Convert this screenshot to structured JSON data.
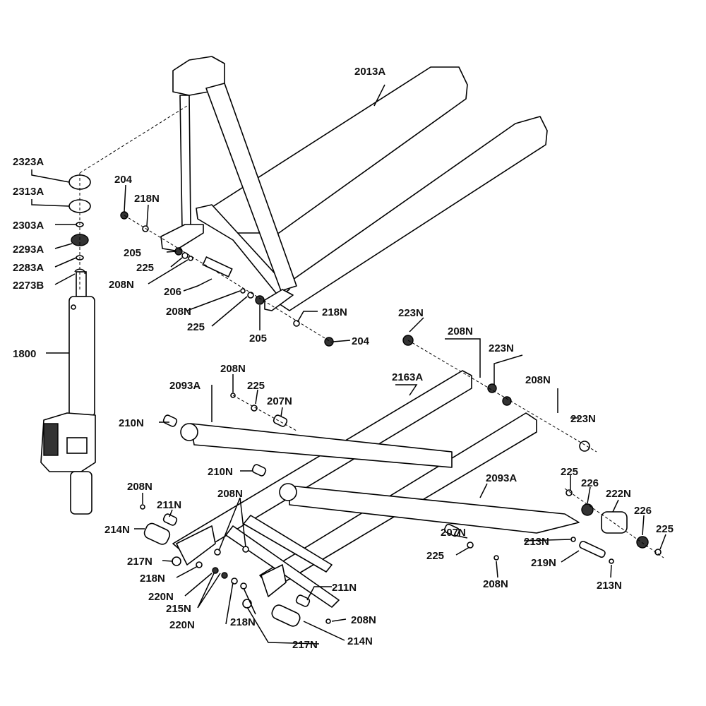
{
  "title": "Pallet truck exploded parts diagram",
  "labels": {
    "fork_frame": "2013A",
    "cap": "2323A",
    "seal_cap": "2313A",
    "ring_2303": "2303A",
    "bearing_2293": "2293A",
    "ring_2283": "2283A",
    "snap_ring": "2273B",
    "cylinder": "1800",
    "nut_204_left": "204",
    "washer_218_top": "218N",
    "bushing_205_left": "205",
    "washer_225_left": "225",
    "clip_208_left": "208N",
    "pin_206": "206",
    "clip_208_mid": "208N",
    "washer_225_mid": "225",
    "bushing_205_right": "205",
    "washer_218_right": "218N",
    "nut_204_right": "204",
    "roller_223_a": "223N",
    "clip_208_b": "208N",
    "roller_223_b": "223N",
    "clip_208_c": "208N",
    "roller_223_c": "223N",
    "clip_208_d": "208N",
    "washer_225_d": "225",
    "link_2093_left": "2093A",
    "lift_frame": "2163A",
    "pin_207_top": "207N",
    "pin_210_top": "210N",
    "pin_210_mid": "210N",
    "link_2093_right": "2093A",
    "washer_225_e": "225",
    "bearing_226_a": "226",
    "wheel_222": "222N",
    "bearing_226_b": "226",
    "washer_225_f": "225",
    "clip_208_e": "208N",
    "pin_211_left": "211N",
    "clip_208_pair": "208N",
    "pin_214_left": "214N",
    "pin_207_bottom": "207N",
    "clip_213_a": "213N",
    "roller_217_left": "217N",
    "washer_225_g": "225",
    "axle_219": "219N",
    "washer_218_left": "218N",
    "washer_220_a": "220N",
    "clip_208_f": "208N",
    "clip_213_b": "213N",
    "pin_211_right": "211N",
    "nut_215": "215N",
    "washer_218_bottom": "218N",
    "clip_208_g": "208N",
    "washer_220_b": "220N",
    "roller_217_right": "217N",
    "pin_214_right": "214N"
  }
}
